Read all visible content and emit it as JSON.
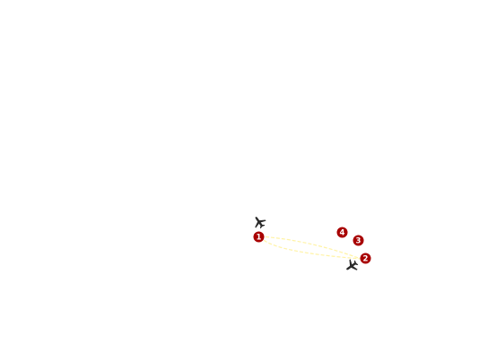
{
  "map": {
    "route_color": "#fff3a6",
    "marker_color": "#a80000",
    "marker_text_color": "#ffffff",
    "plane_color": "#2b2b2b",
    "markers": [
      {
        "label": "1"
      },
      {
        "label": "2"
      },
      {
        "label": "3"
      },
      {
        "label": "4"
      }
    ],
    "planes": [
      {
        "icon": "airplane-icon"
      },
      {
        "icon": "airplane-icon"
      }
    ]
  }
}
